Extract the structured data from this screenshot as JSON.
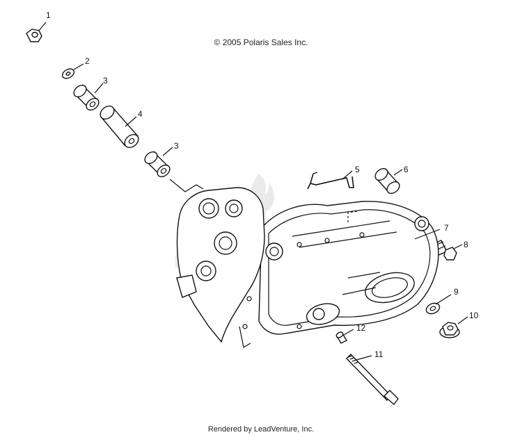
{
  "diagram": {
    "copyright": "© 2005 Polaris Sales Inc.",
    "rendered_by": "Rendered by LeadVenture, Inc.",
    "callouts": [
      {
        "id": "c1",
        "label": "1"
      },
      {
        "id": "c2",
        "label": "2"
      },
      {
        "id": "c3a",
        "label": "3"
      },
      {
        "id": "c4",
        "label": "4"
      },
      {
        "id": "c3b",
        "label": "3"
      },
      {
        "id": "c5",
        "label": "5"
      },
      {
        "id": "c6",
        "label": "6"
      },
      {
        "id": "c7",
        "label": "7"
      },
      {
        "id": "c8",
        "label": "8"
      },
      {
        "id": "c9",
        "label": "9"
      },
      {
        "id": "c10",
        "label": "10"
      },
      {
        "id": "c12",
        "label": "12"
      },
      {
        "id": "c11",
        "label": "11"
      }
    ]
  }
}
